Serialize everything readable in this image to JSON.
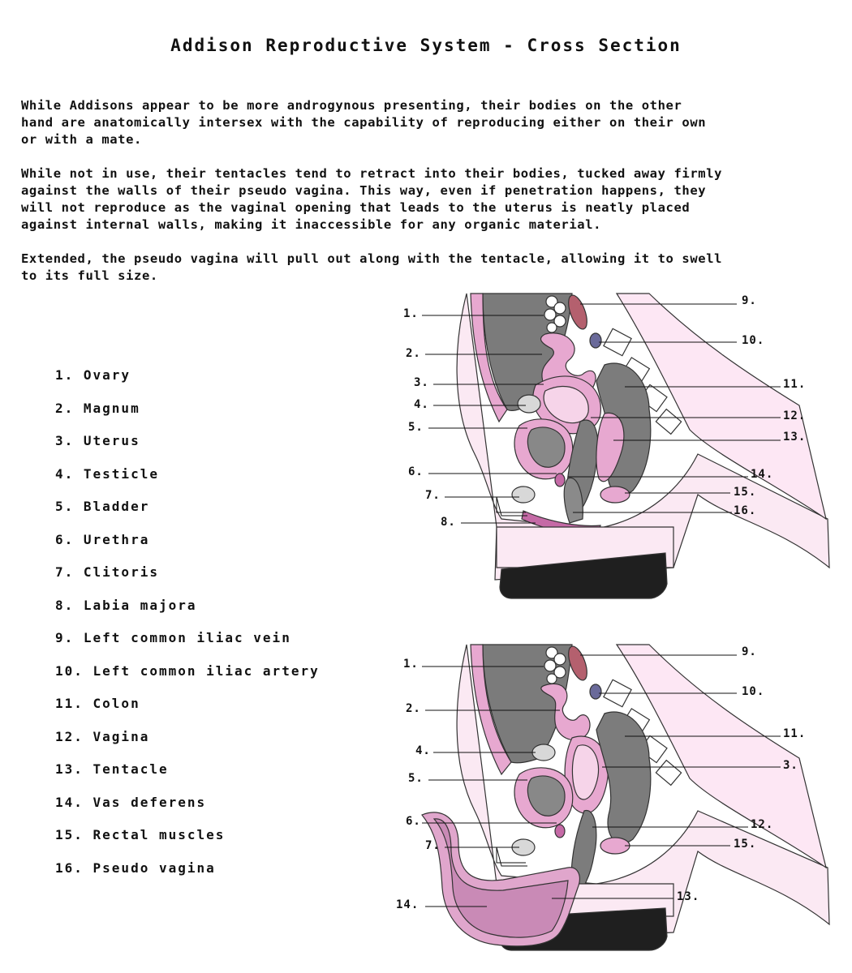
{
  "title": "Addison Reproductive System - Cross Section",
  "paragraphs": [
    "While Addisons appear to be more androgynous presenting, their bodies on the other\nhand are anatomically intersex with the capability of reproducing either on their own\nor with a mate.",
    "While not in use, their tentacles tend to retract into their bodies, tucked away firmly\nagainst the walls of their pseudo vagina. This way, even if penetration happens, they\nwill not reproduce as the vaginal opening that leads to the uterus is neatly placed\nagainst internal walls, making it inaccessible for any organic material.",
    "Extended, the pseudo vagina will pull out along with the tentacle, allowing it to swell\nto its full size."
  ],
  "legend": [
    "1. Ovary",
    "2. Magnum",
    "3. Uterus",
    "4. Testicle",
    "5. Bladder",
    "6. Urethra",
    "7. Clitoris",
    "8. Labia majora",
    "9. Left common iliac vein",
    "10. Left common iliac artery",
    "11. Colon",
    "12. Vagina",
    "13. Tentacle",
    "14. Vas deferens",
    "15. Rectal muscles",
    "16. Pseudo vagina"
  ],
  "figure_top": {
    "labels": [
      "1.",
      "2.",
      "3.",
      "4.",
      "5.",
      "6.",
      "7.",
      "8.",
      "9.",
      "10.",
      "11.",
      "12.",
      "13.",
      "14.",
      "15.",
      "16."
    ]
  },
  "figure_bottom": {
    "labels": [
      "1.",
      "2.",
      "4.",
      "5.",
      "6.",
      "7.",
      "14.",
      "9.",
      "10.",
      "11.",
      "3.",
      "12.",
      "15.",
      "13."
    ]
  },
  "colors": {
    "skin": "#fbe9f3",
    "pink": "#e7a8d0",
    "deep_pink": "#c56aa6",
    "gray": "#7c7c7c",
    "dark_gray": "#555555",
    "vein": "#b4606e",
    "artery": "#6a6a9a",
    "black": "#222222"
  }
}
